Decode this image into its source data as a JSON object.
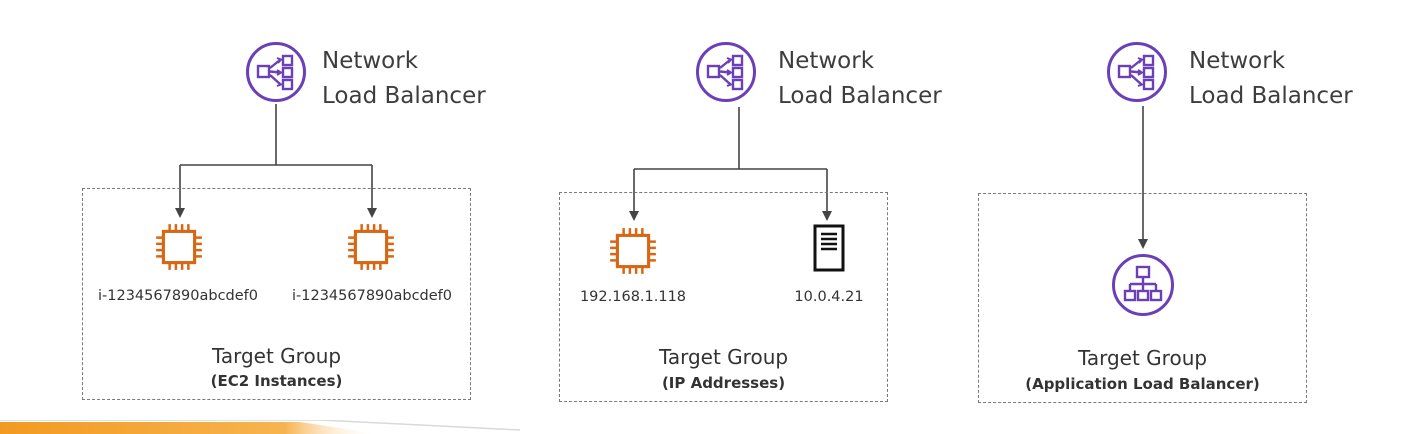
{
  "colors": {
    "nlb_purple": "#6b3fb8",
    "ec2_orange": "#d86613",
    "line": "#444444",
    "border": "#7a7a7a",
    "accent_orange": "#f29a20"
  },
  "panels": [
    {
      "nlb": {
        "icon": "network-load-balancer-icon",
        "line1": "Network",
        "line2": "Load Balancer"
      },
      "target_group": {
        "title": "Target Group",
        "subtitle": "(EC2 Instances)"
      },
      "targets": [
        {
          "icon": "ec2-instance-icon",
          "label": "i-1234567890abcdef0"
        },
        {
          "icon": "ec2-instance-icon",
          "label": "i-1234567890abcdef0"
        }
      ]
    },
    {
      "nlb": {
        "icon": "network-load-balancer-icon",
        "line1": "Network",
        "line2": "Load Balancer"
      },
      "target_group": {
        "title": "Target Group",
        "subtitle": "(IP Addresses)"
      },
      "targets": [
        {
          "icon": "ec2-instance-icon",
          "label": "192.168.1.118"
        },
        {
          "icon": "server-icon",
          "label": "10.0.4.21"
        }
      ]
    },
    {
      "nlb": {
        "icon": "network-load-balancer-icon",
        "line1": "Network",
        "line2": "Load Balancer"
      },
      "target_group": {
        "title": "Target Group",
        "subtitle": "(Application Load Balancer)"
      },
      "targets": [
        {
          "icon": "application-load-balancer-icon",
          "label": ""
        }
      ]
    }
  ]
}
